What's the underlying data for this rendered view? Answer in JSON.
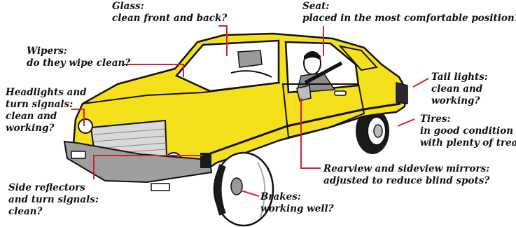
{
  "labels": {
    "glass": {
      "line1": "Glass:",
      "line2": "clean front and back?"
    },
    "seat": {
      "line1": "Seat:",
      "line2": "placed in the most comfortable position?"
    },
    "wipers": {
      "line1": "Wipers:",
      "line2": "do they wipe clean?"
    },
    "headlights": {
      "line1": "Headlights and",
      "line2": "turn signals:",
      "line3": "clean and",
      "line4": "working?"
    },
    "tail": {
      "line1": "Tail lights:",
      "line2": "clean and",
      "line3": "working?"
    },
    "tires": {
      "line1": "Tires:",
      "line2": "in good condition",
      "line3": "with plenty of tread?"
    },
    "mirrors": {
      "line1": "Rearview and sideview mirrors:",
      "line2": "adjusted to reduce blind spots?"
    },
    "side": {
      "line1": "Side reflectors",
      "line2": "and turn signals:",
      "line3": "clean?"
    },
    "brakes": {
      "line1": "Brakes:",
      "line2": "working well?"
    }
  },
  "colors": {
    "body": "#f5e11b",
    "outline": "#111111",
    "leader": "#d2222f",
    "tire": "#1a1a1a",
    "glass": "#ffffff"
  }
}
